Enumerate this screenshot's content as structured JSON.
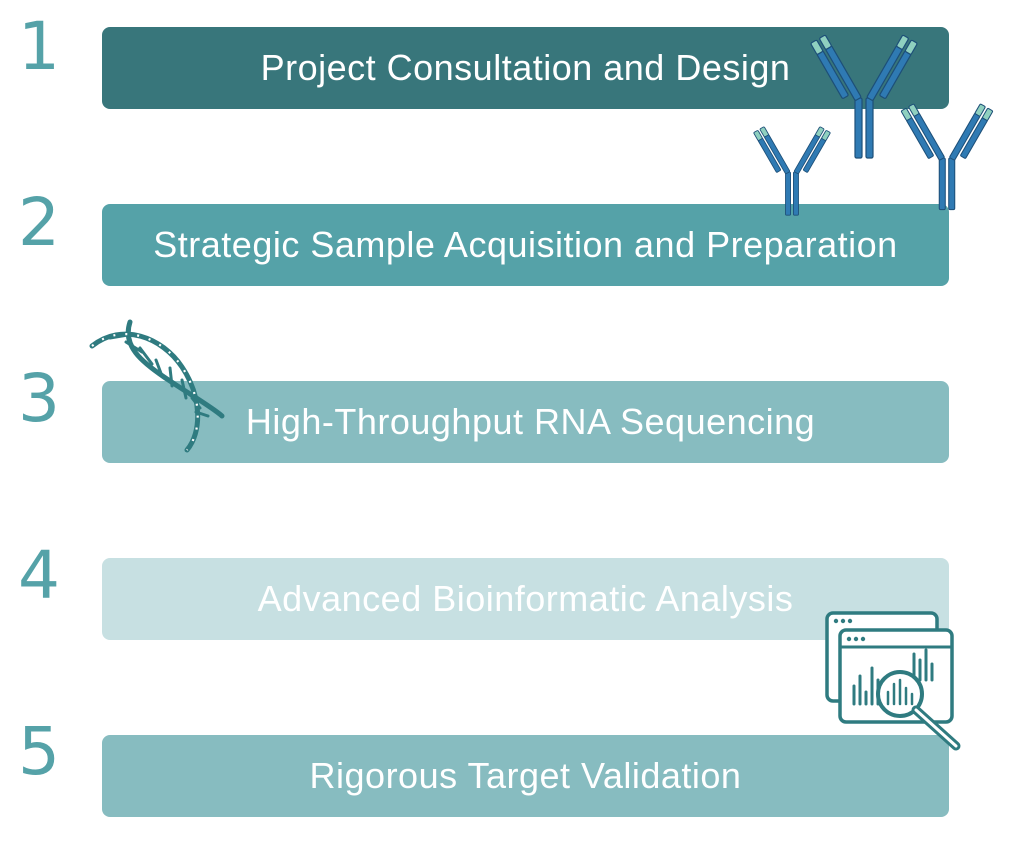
{
  "steps": [
    {
      "number": "1",
      "label": "Project Consultation and Design",
      "bar_color": "#38767b",
      "number_color": "#55a2a8"
    },
    {
      "number": "2",
      "label": "Strategic Sample Acquisition and Preparation",
      "bar_color": "#55a2a8",
      "number_color": "#55a2a8"
    },
    {
      "number": "3",
      "label": "High-Throughput RNA Sequencing",
      "bar_color": "#87bcc0",
      "number_color": "#55a2a8"
    },
    {
      "number": "4",
      "label": "Advanced Bioinformatic Analysis",
      "bar_color": "#c7e0e2",
      "number_color": "#55a2a8"
    },
    {
      "number": "5",
      "label": "Rigorous Target Validation",
      "bar_color": "#87bcc0",
      "number_color": "#55a2a8"
    }
  ],
  "icons": [
    "antibody-icon",
    "dna-helix-icon",
    "data-analysis-icon"
  ],
  "colors": {
    "antibody_blue": "#2f7ab3",
    "antibody_tip": "#8fd0bf",
    "dna_teal": "#2f7b80",
    "analysis_teal": "#2f7b80"
  }
}
